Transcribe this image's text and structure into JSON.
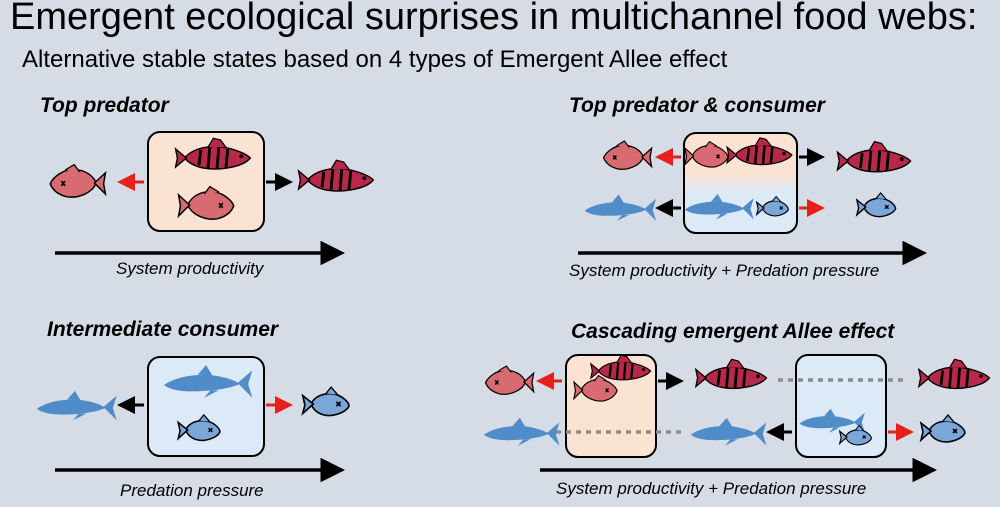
{
  "header": {
    "title": "Emergent ecological surprises in multichannel food webs:",
    "subtitle": "Alternative stable states based on 4 types of Emergent Allee effect"
  },
  "panels": [
    {
      "title": "Top predator",
      "axis_label": "System productivity"
    },
    {
      "title": "Top predator & consumer",
      "axis_label": "System productivity + Predation pressure"
    },
    {
      "title": "Intermediate consumer",
      "axis_label": "Predation pressure"
    },
    {
      "title": "Cascading emergent Allee effect",
      "axis_label": "System productivity + Predation pressure"
    }
  ],
  "colors": {
    "background": "#d6dce5",
    "predator": "#b8284a",
    "prey_fish": "#d86a72",
    "consumer": "#4f8cc8",
    "small_consumer": "#7aa6d8",
    "arrow_red": "#e8201c",
    "arrow_black": "#000000",
    "box_orange": "#fae3d3",
    "box_blue": "#dce9f7",
    "dotted": "#8c8c8c"
  }
}
